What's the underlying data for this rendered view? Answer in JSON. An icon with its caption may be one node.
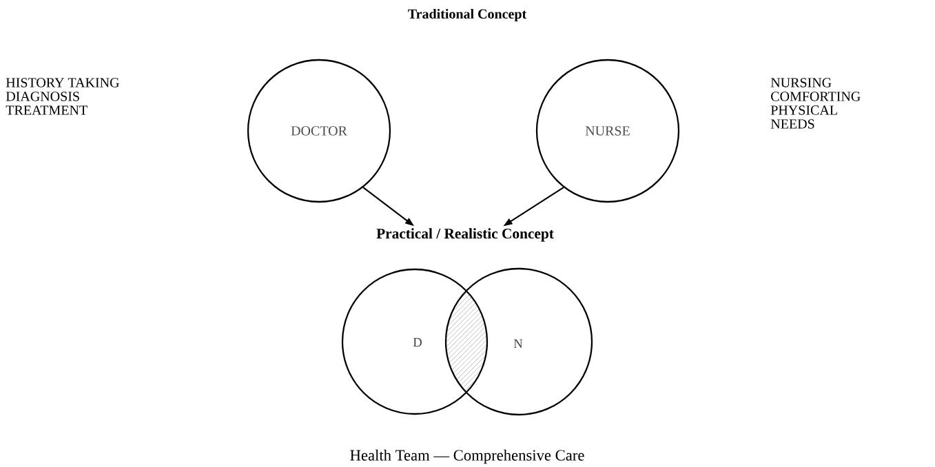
{
  "diagram": {
    "title": "Traditional Concept",
    "caption": "Health Team — Comprehensive Care",
    "nodes": [
      {
        "text": [
          "DOCTOR"
        ]
      },
      {
        "text": [
          "NURSE"
        ]
      },
      {
        "text": [
          "Practical / Realistic Concept"
        ]
      },
      {
        "text": [
          "D"
        ]
      },
      {
        "text": [
          "N"
        ]
      }
    ],
    "edges": [
      {
        "from": 0,
        "to": 2,
        "arrow": "to"
      },
      {
        "from": 1,
        "to": 2,
        "arrow": "to"
      }
    ],
    "labels": [
      "HISTORY TAKING",
      "DIAGNOSIS",
      "TREATMENT",
      "NURSING",
      "COMFORTING",
      "PHYSICAL",
      "NEEDS"
    ]
  }
}
